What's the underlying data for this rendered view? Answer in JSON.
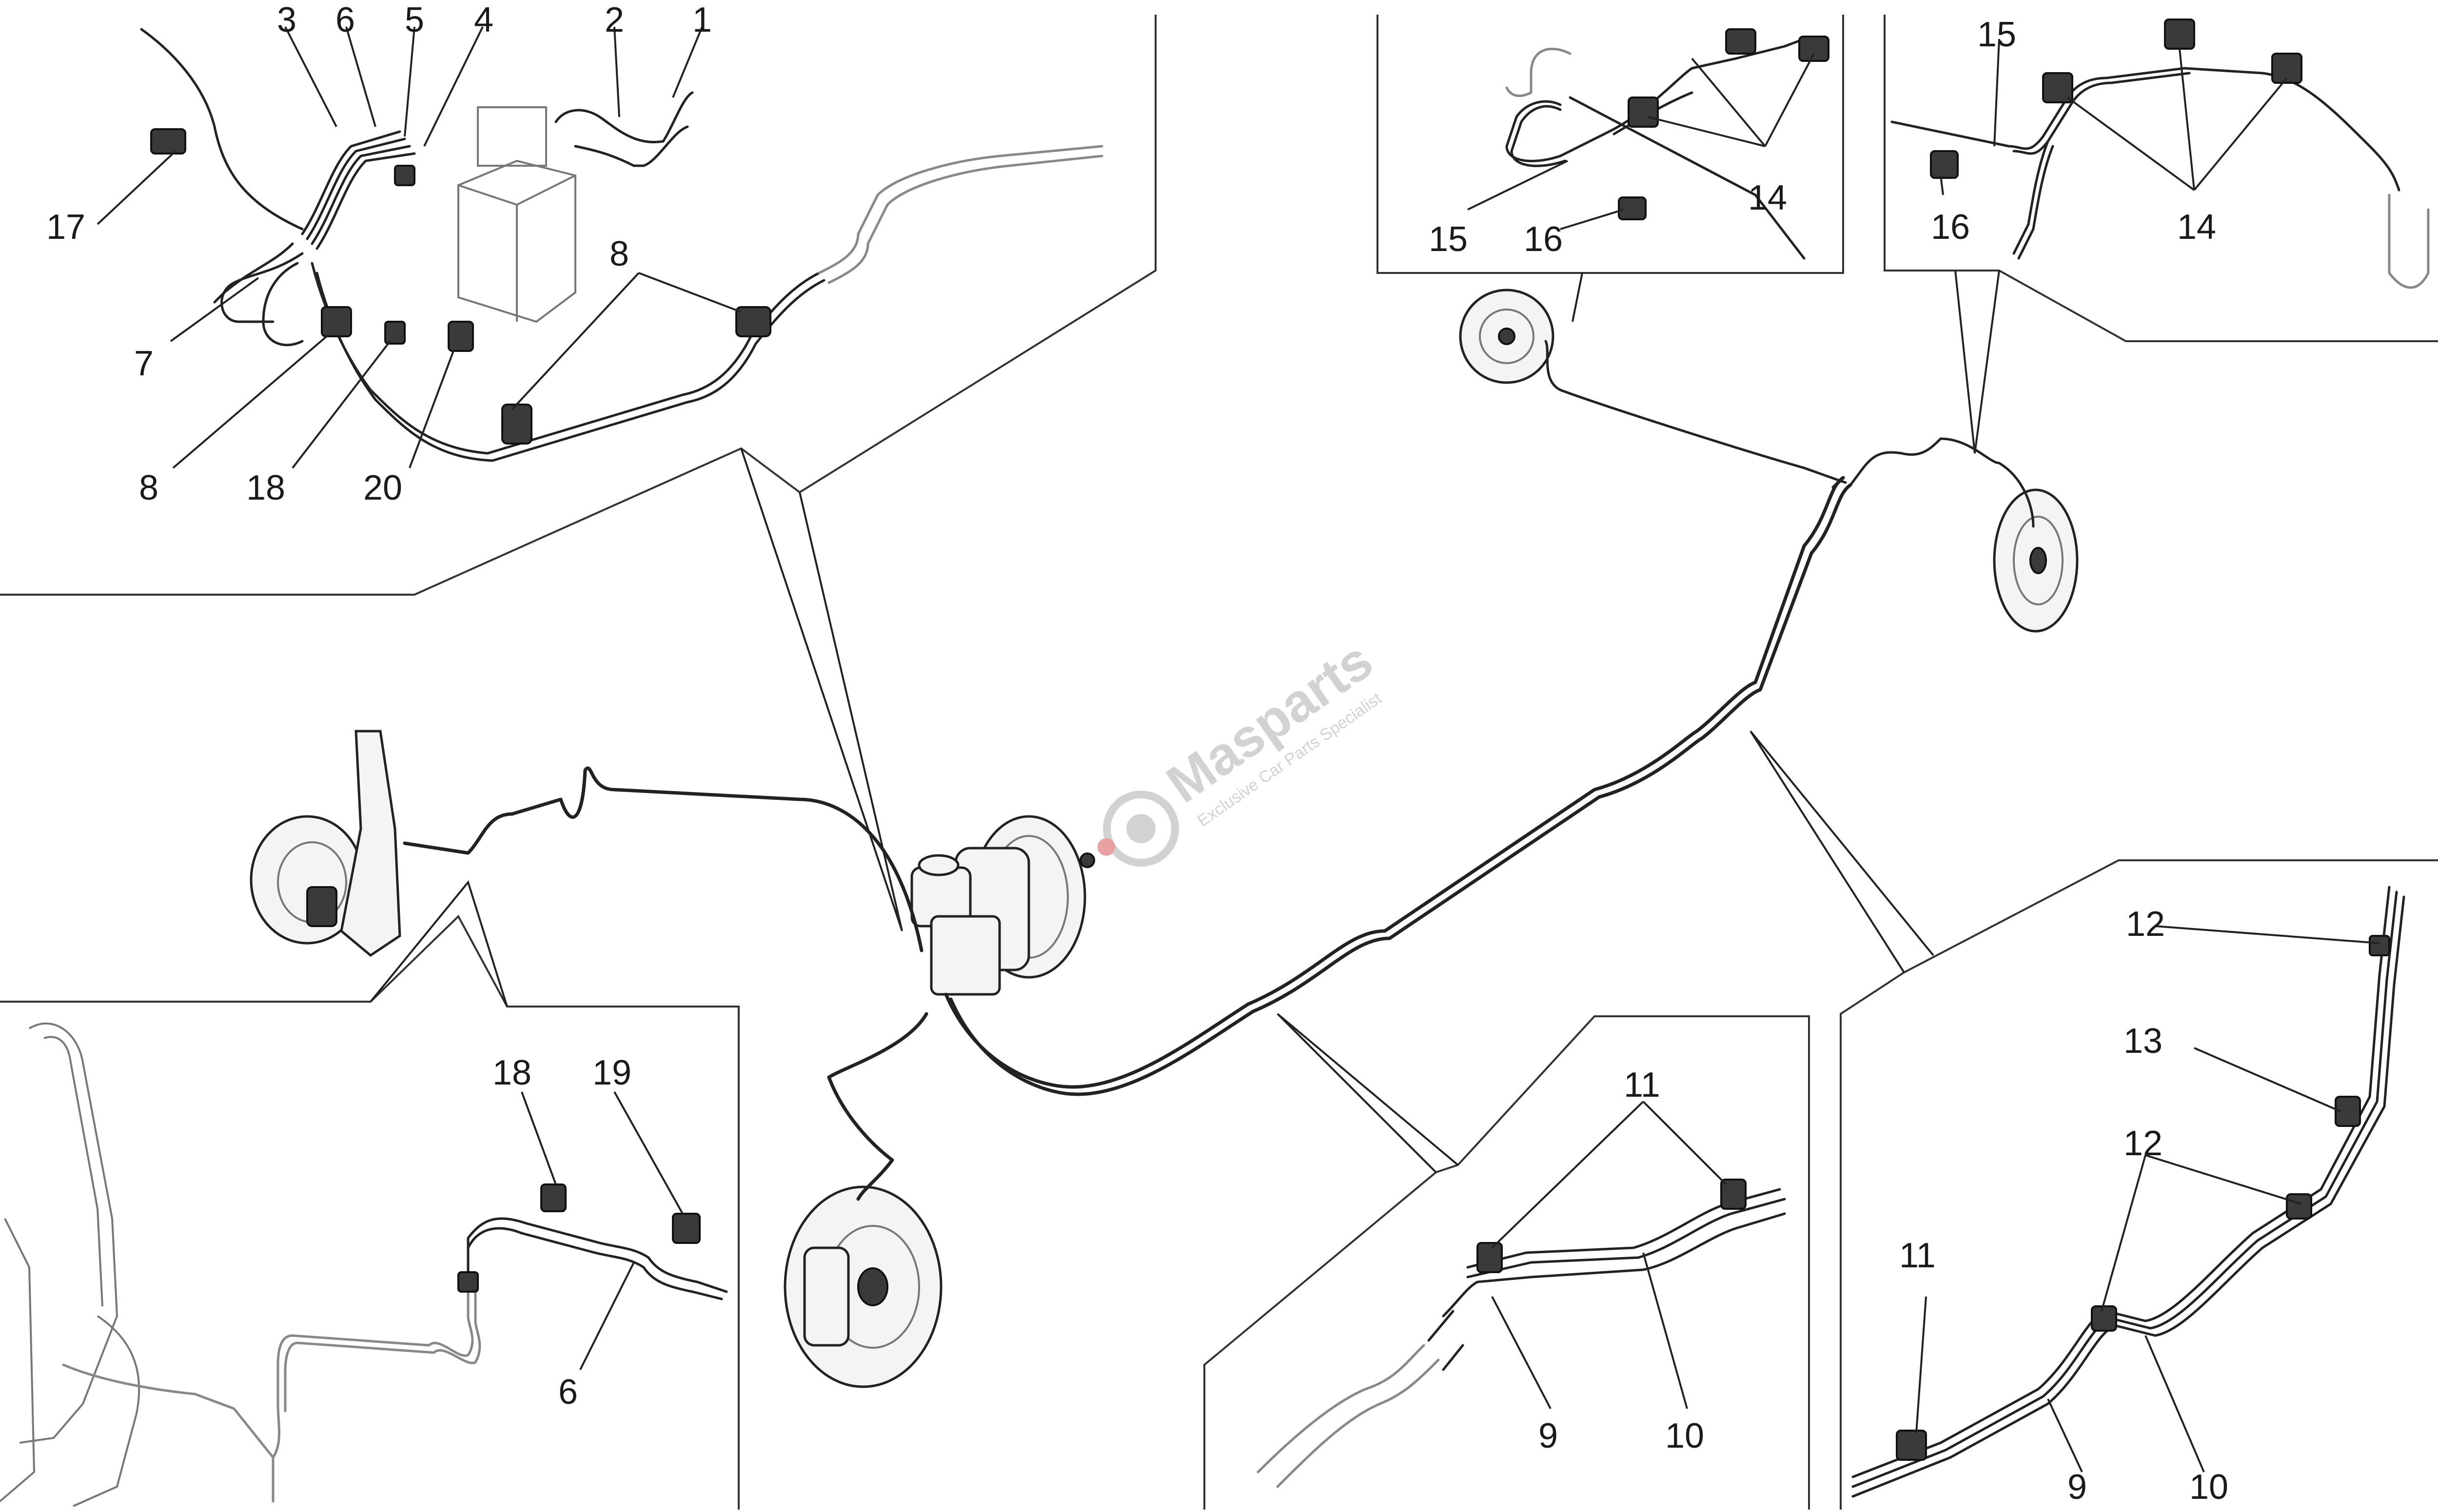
{
  "diagram": {
    "brand": {
      "name": "Masparts",
      "tagline": "Exclusive Car Parts Specialist",
      "color": "#cfcfcf",
      "accent": "#e8a0a0"
    },
    "callouts": {
      "tl": [
        "3",
        "6",
        "5",
        "4",
        "2",
        "1",
        "17",
        "7",
        "8",
        "8",
        "18",
        "20"
      ],
      "tr1": [
        "15",
        "16",
        "14"
      ],
      "tr2": [
        "15",
        "16",
        "14"
      ],
      "bl": [
        "18",
        "19",
        "6"
      ],
      "bm": [
        "11",
        "9",
        "10"
      ],
      "br": [
        "12",
        "13",
        "12",
        "11",
        "9",
        "10"
      ]
    }
  }
}
